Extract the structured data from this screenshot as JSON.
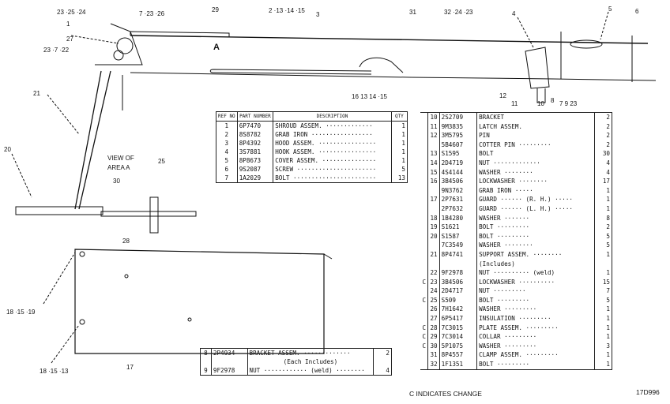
{
  "callouts": {
    "c1": "23 ·25 ·24",
    "c2": "7 ·23 ·26",
    "c3": "29",
    "c4": "2 ·13 ·14 ·15",
    "c5": "3",
    "c6": "31",
    "c7": "32 ·24 ·23",
    "c8": "4",
    "c9": "5",
    "c10": "6",
    "c11": "1",
    "c12": "27",
    "c13": "23 ·7 ·22",
    "c14": "A",
    "c15": "21",
    "c16": "16 13 14 ·15",
    "c17": "12",
    "c18": "11",
    "c19": "10",
    "c20": "8",
    "c21": "7 9 23",
    "c22": "20",
    "c23": "VIEW OF",
    "c24": "AREA A",
    "c25": "25",
    "c26": "30",
    "c27": "28",
    "c28": "18 ·15 ·19",
    "c29": "18 ·15 ·13",
    "c30": "17"
  },
  "table_main": {
    "headers": {
      "ref": "REF NO",
      "part": "PART NUMBER",
      "desc": "DESCRIPTION",
      "qty": "QTY"
    },
    "rows": [
      {
        "ref": "1",
        "part": "6P7470",
        "desc": "SHROUD ASSEM. ·············",
        "qty": "1"
      },
      {
        "ref": "2",
        "part": "8S8782",
        "desc": "GRAB IRON ·················",
        "qty": "1"
      },
      {
        "ref": "3",
        "part": "8P4392",
        "desc": "HOOD ASSEM. ················",
        "qty": "1"
      },
      {
        "ref": "4",
        "part": "3S7881",
        "desc": "HOOK ASSEM. ················",
        "qty": "1"
      },
      {
        "ref": "5",
        "part": "8P8673",
        "desc": "COVER ASSEM. ···············",
        "qty": "1"
      },
      {
        "ref": "6",
        "part": "9S2087",
        "desc": "SCREW ······················",
        "qty": "5"
      },
      {
        "ref": "7",
        "part": "1A2029",
        "desc": "BOLT ·······················",
        "qty": "13"
      }
    ]
  },
  "table_right": {
    "rows": [
      {
        "c": "",
        "ref": "10",
        "part": "2S2709",
        "desc": "BRACKET",
        "qty": "2"
      },
      {
        "c": "",
        "ref": "11",
        "part": "9M3835",
        "desc": "LATCH ASSEM.",
        "qty": "2"
      },
      {
        "c": "",
        "ref": "12",
        "part": "3M5795",
        "desc": "PIN",
        "qty": "2"
      },
      {
        "c": "",
        "ref": "",
        "part": "5B4607",
        "desc": "COTTER PIN ·········",
        "qty": "2"
      },
      {
        "c": "",
        "ref": "13",
        "part": "S1595",
        "desc": "BOLT",
        "qty": "30"
      },
      {
        "c": "",
        "ref": "14",
        "part": "2D4719",
        "desc": "NUT ·············",
        "qty": "4"
      },
      {
        "c": "",
        "ref": "15",
        "part": "4S4144",
        "desc": "WASHER ········",
        "qty": "4"
      },
      {
        "c": "",
        "ref": "16",
        "part": "3B4506",
        "desc": "LOCKWASHER ········",
        "qty": "17"
      },
      {
        "c": "",
        "ref": "",
        "part": "9N3762",
        "desc": "GRAB IRON ·····",
        "qty": "1"
      },
      {
        "c": "",
        "ref": "17",
        "part": "2P7631",
        "desc": "GUARD ······ (R. H.) ·····",
        "qty": "1"
      },
      {
        "c": "",
        "ref": "",
        "part": "2P7632",
        "desc": "GUARD ······ (L. H.) ·····",
        "qty": "1"
      },
      {
        "c": "",
        "ref": "18",
        "part": "1B4280",
        "desc": "WASHER ·······",
        "qty": "8"
      },
      {
        "c": "",
        "ref": "19",
        "part": "S1621",
        "desc": "BOLT ·········",
        "qty": "2"
      },
      {
        "c": "",
        "ref": "20",
        "part": "S1587",
        "desc": "BOLT ·········",
        "qty": "5"
      },
      {
        "c": "",
        "ref": "",
        "part": "7C3549",
        "desc": "WASHER ········",
        "qty": "5"
      },
      {
        "c": "",
        "ref": "21",
        "part": "8P4741",
        "desc": "SUPPORT ASSEM. ········",
        "qty": "1"
      },
      {
        "c": "",
        "ref": "",
        "part": "",
        "desc": "(Includes)",
        "qty": ""
      },
      {
        "c": "",
        "ref": "22",
        "part": "9F2978",
        "desc": "NUT ·········· (weld)",
        "qty": "1"
      },
      {
        "c": "C",
        "ref": "23",
        "part": "3B4506",
        "desc": "LOCKWASHER ··········",
        "qty": "15"
      },
      {
        "c": "",
        "ref": "24",
        "part": "2D4717",
        "desc": "NUT ·········",
        "qty": "7"
      },
      {
        "c": "C",
        "ref": "25",
        "part": "S509",
        "desc": "BOLT ·········",
        "qty": "5"
      },
      {
        "c": "",
        "ref": "26",
        "part": "7H1642",
        "desc": "WASHER ·········",
        "qty": "1"
      },
      {
        "c": "",
        "ref": "27",
        "part": "6P5417",
        "desc": "INSULATION ·········",
        "qty": "1"
      },
      {
        "c": "C",
        "ref": "28",
        "part": "7C3015",
        "desc": "PLATE ASSEM. ·········",
        "qty": "1"
      },
      {
        "c": "C",
        "ref": "29",
        "part": "7C3014",
        "desc": "COLLAR ·········",
        "qty": "1"
      },
      {
        "c": "C",
        "ref": "30",
        "part": "5P1075",
        "desc": "WASHER ·········",
        "qty": "3"
      },
      {
        "c": "",
        "ref": "31",
        "part": "8P4557",
        "desc": "CLAMP ASSEM. ·········",
        "qty": "1"
      },
      {
        "c": "",
        "ref": "32",
        "part": "1F1351",
        "desc": "BOLT ·········",
        "qty": "1"
      }
    ]
  },
  "table_bottom": {
    "rows": [
      {
        "ref": "8",
        "part": "2P4934",
        "desc": "BRACKET ASSEM. ·············",
        "qty": "2"
      },
      {
        "ref": "",
        "part": "",
        "desc": "(Each Includes)",
        "qty": ""
      },
      {
        "ref": "9",
        "part": "9F2978",
        "desc": "NUT ············ (weld) ········",
        "qty": "4"
      }
    ]
  },
  "footer": {
    "change_note": "C INDICATES CHANGE",
    "drawing_number": "17D996"
  }
}
